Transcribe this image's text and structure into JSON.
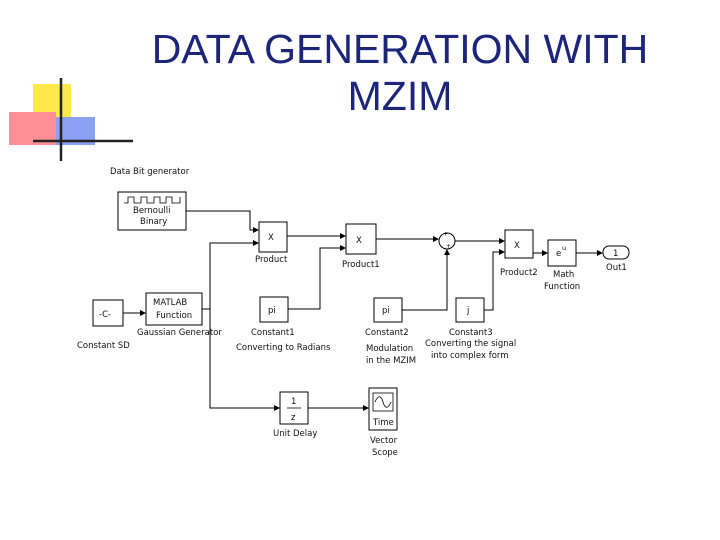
{
  "slide": {
    "title_line1": "DATA GENERATION WITH",
    "title_line2": "MZIM"
  },
  "diagram": {
    "blocks": {
      "bernoulli": {
        "header": "Data Bit generator",
        "line1": "Bernoulli",
        "line2": "Binary"
      },
      "constant_sd": {
        "symbol": "-C-",
        "caption": "Constant SD"
      },
      "matlab_fn": {
        "line1": "MATLAB",
        "line2": "Function",
        "caption": "Gaussian Generator"
      },
      "product": {
        "symbol": "X",
        "caption": "Product"
      },
      "product1": {
        "symbol": "X",
        "caption": "Product1"
      },
      "sum": {
        "sign1": "+",
        "sign2": "+"
      },
      "product2": {
        "symbol": "X",
        "caption": "Product2"
      },
      "math_fn": {
        "symbol": "e",
        "superscript": "u",
        "caption1": "Math",
        "caption2": "Function"
      },
      "out1": {
        "symbol": "1",
        "caption": "Out1"
      },
      "constant1": {
        "symbol": "pi",
        "caption": "Constant1",
        "note": "Converting to Radians"
      },
      "constant2": {
        "symbol": "pi",
        "caption": "Constant2",
        "note1": "Modulation",
        "note2": "in the MZIM"
      },
      "constant3": {
        "symbol": "j",
        "caption": "Constant3",
        "note1": "Converting the signal",
        "note2": "into complex form"
      },
      "unit_delay": {
        "num": "1",
        "den": "z",
        "caption": "Unit Delay"
      },
      "scope": {
        "sublabel": "Time",
        "caption1": "Vector",
        "caption2": "Scope"
      }
    }
  }
}
